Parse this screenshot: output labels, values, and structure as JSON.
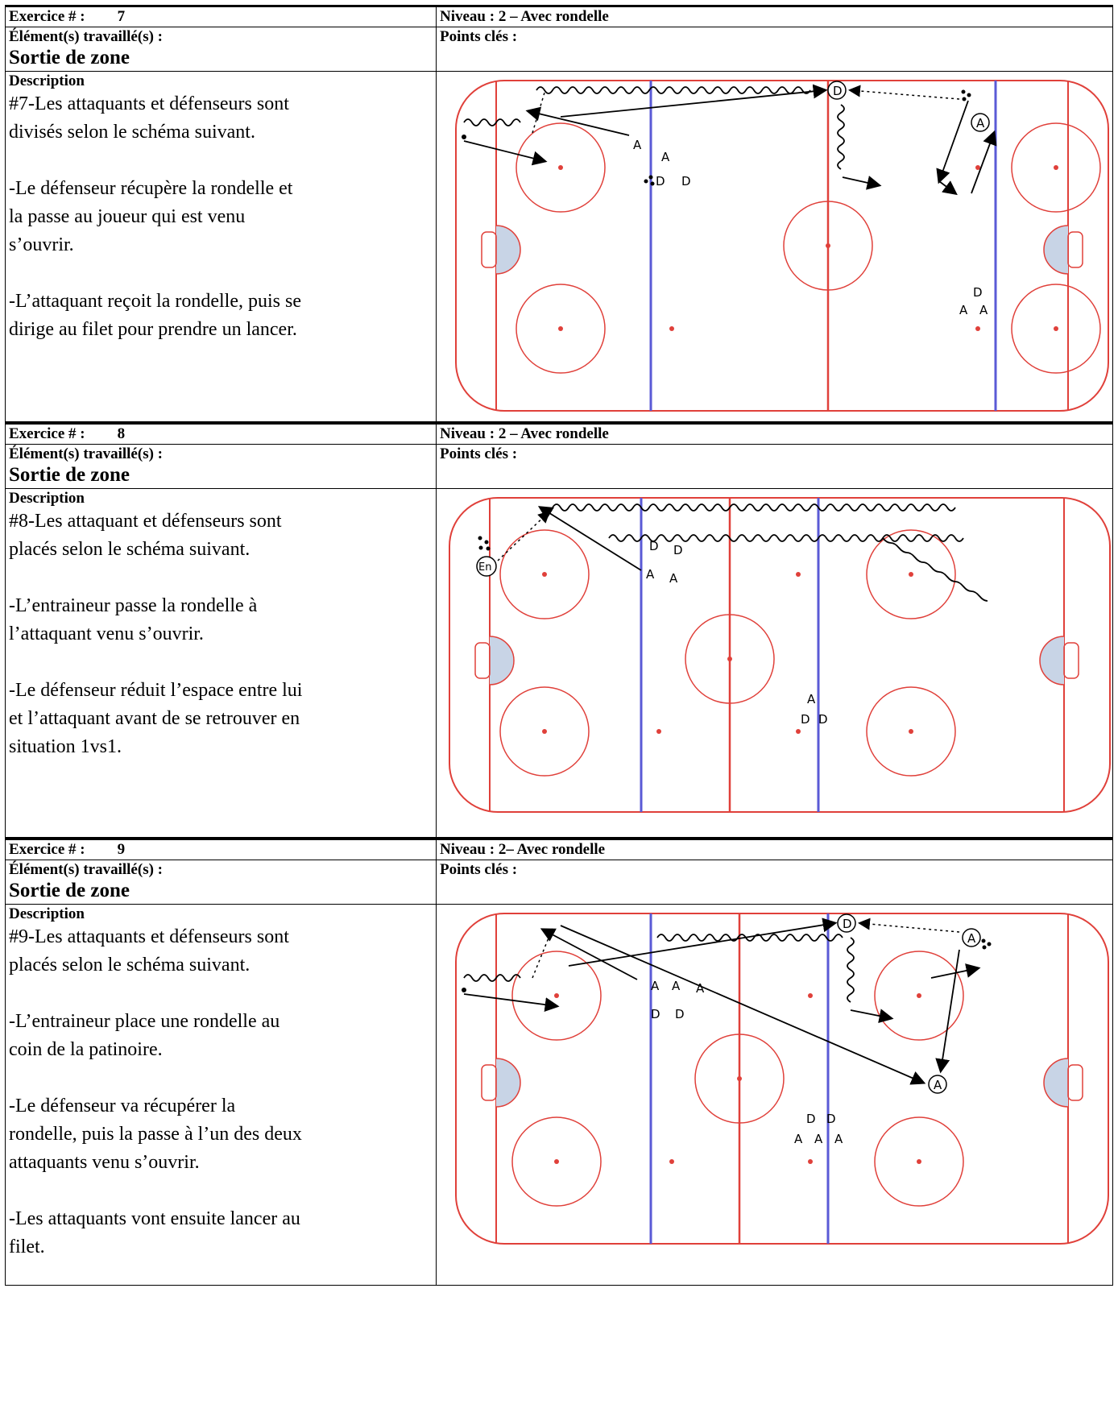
{
  "exercises": [
    {
      "exercise_label": "Exercice # :",
      "number": "7",
      "level": "Niveau : 2 – Avec rondelle",
      "elements_label": "Élément(s) travaillé(s) :",
      "element": "Sortie de zone",
      "key_points_label": "Points clés :",
      "description_label": "Description",
      "description": [
        "#7-Les attaquants et défenseurs sont",
        "divisés selon le schéma suivant.",
        "-Le défenseur récupère la rondelle et",
        "la passe au joueur qui est venu",
        "s’ouvrir.",
        "-L’attaquant reçoit la rondelle, puis se",
        "dirige au filet pour prendre un lancer."
      ]
    },
    {
      "exercise_label": "Exercice # :",
      "number": "8",
      "level": "Niveau : 2 – Avec rondelle",
      "elements_label": "Élément(s) travaillé(s) :",
      "element": "Sortie de zone",
      "key_points_label": "Points clés :",
      "description_label": "Description",
      "description": [
        "#8-Les attaquant et défenseurs sont",
        "placés selon le schéma suivant.",
        "-L’entraineur passe la rondelle à",
        "l’attaquant venu s’ouvrir.",
        "-Le défenseur réduit l’espace entre lui",
        "et l’attaquant avant de se retrouver en",
        "situation 1vs1."
      ]
    },
    {
      "exercise_label": "Exercice # :",
      "number": "9",
      "level": "Niveau : 2– Avec rondelle",
      "elements_label": "Élément(s) travaillé(s) :",
      "element": "Sortie de zone",
      "key_points_label": "Points clés :",
      "description_label": "Description",
      "description": [
        "#9-Les attaquants et défenseurs sont",
        "placés selon le schéma suivant.",
        "-L’entraineur place une rondelle au",
        "coin de la patinoire.",
        "-Le défenseur va récupérer la",
        "rondelle, puis la passe à l’un des deux",
        "attaquants venu s’ouvrir.",
        "-Les attaquants vont ensuite lancer au",
        "filet."
      ]
    }
  ],
  "diagram_labels": {
    "attacker": "A",
    "defender": "D",
    "coach": "En"
  },
  "colors": {
    "rink_red": "#e0403a",
    "blue_line": "#5a5ad6",
    "crease": "#c8d4e6"
  }
}
